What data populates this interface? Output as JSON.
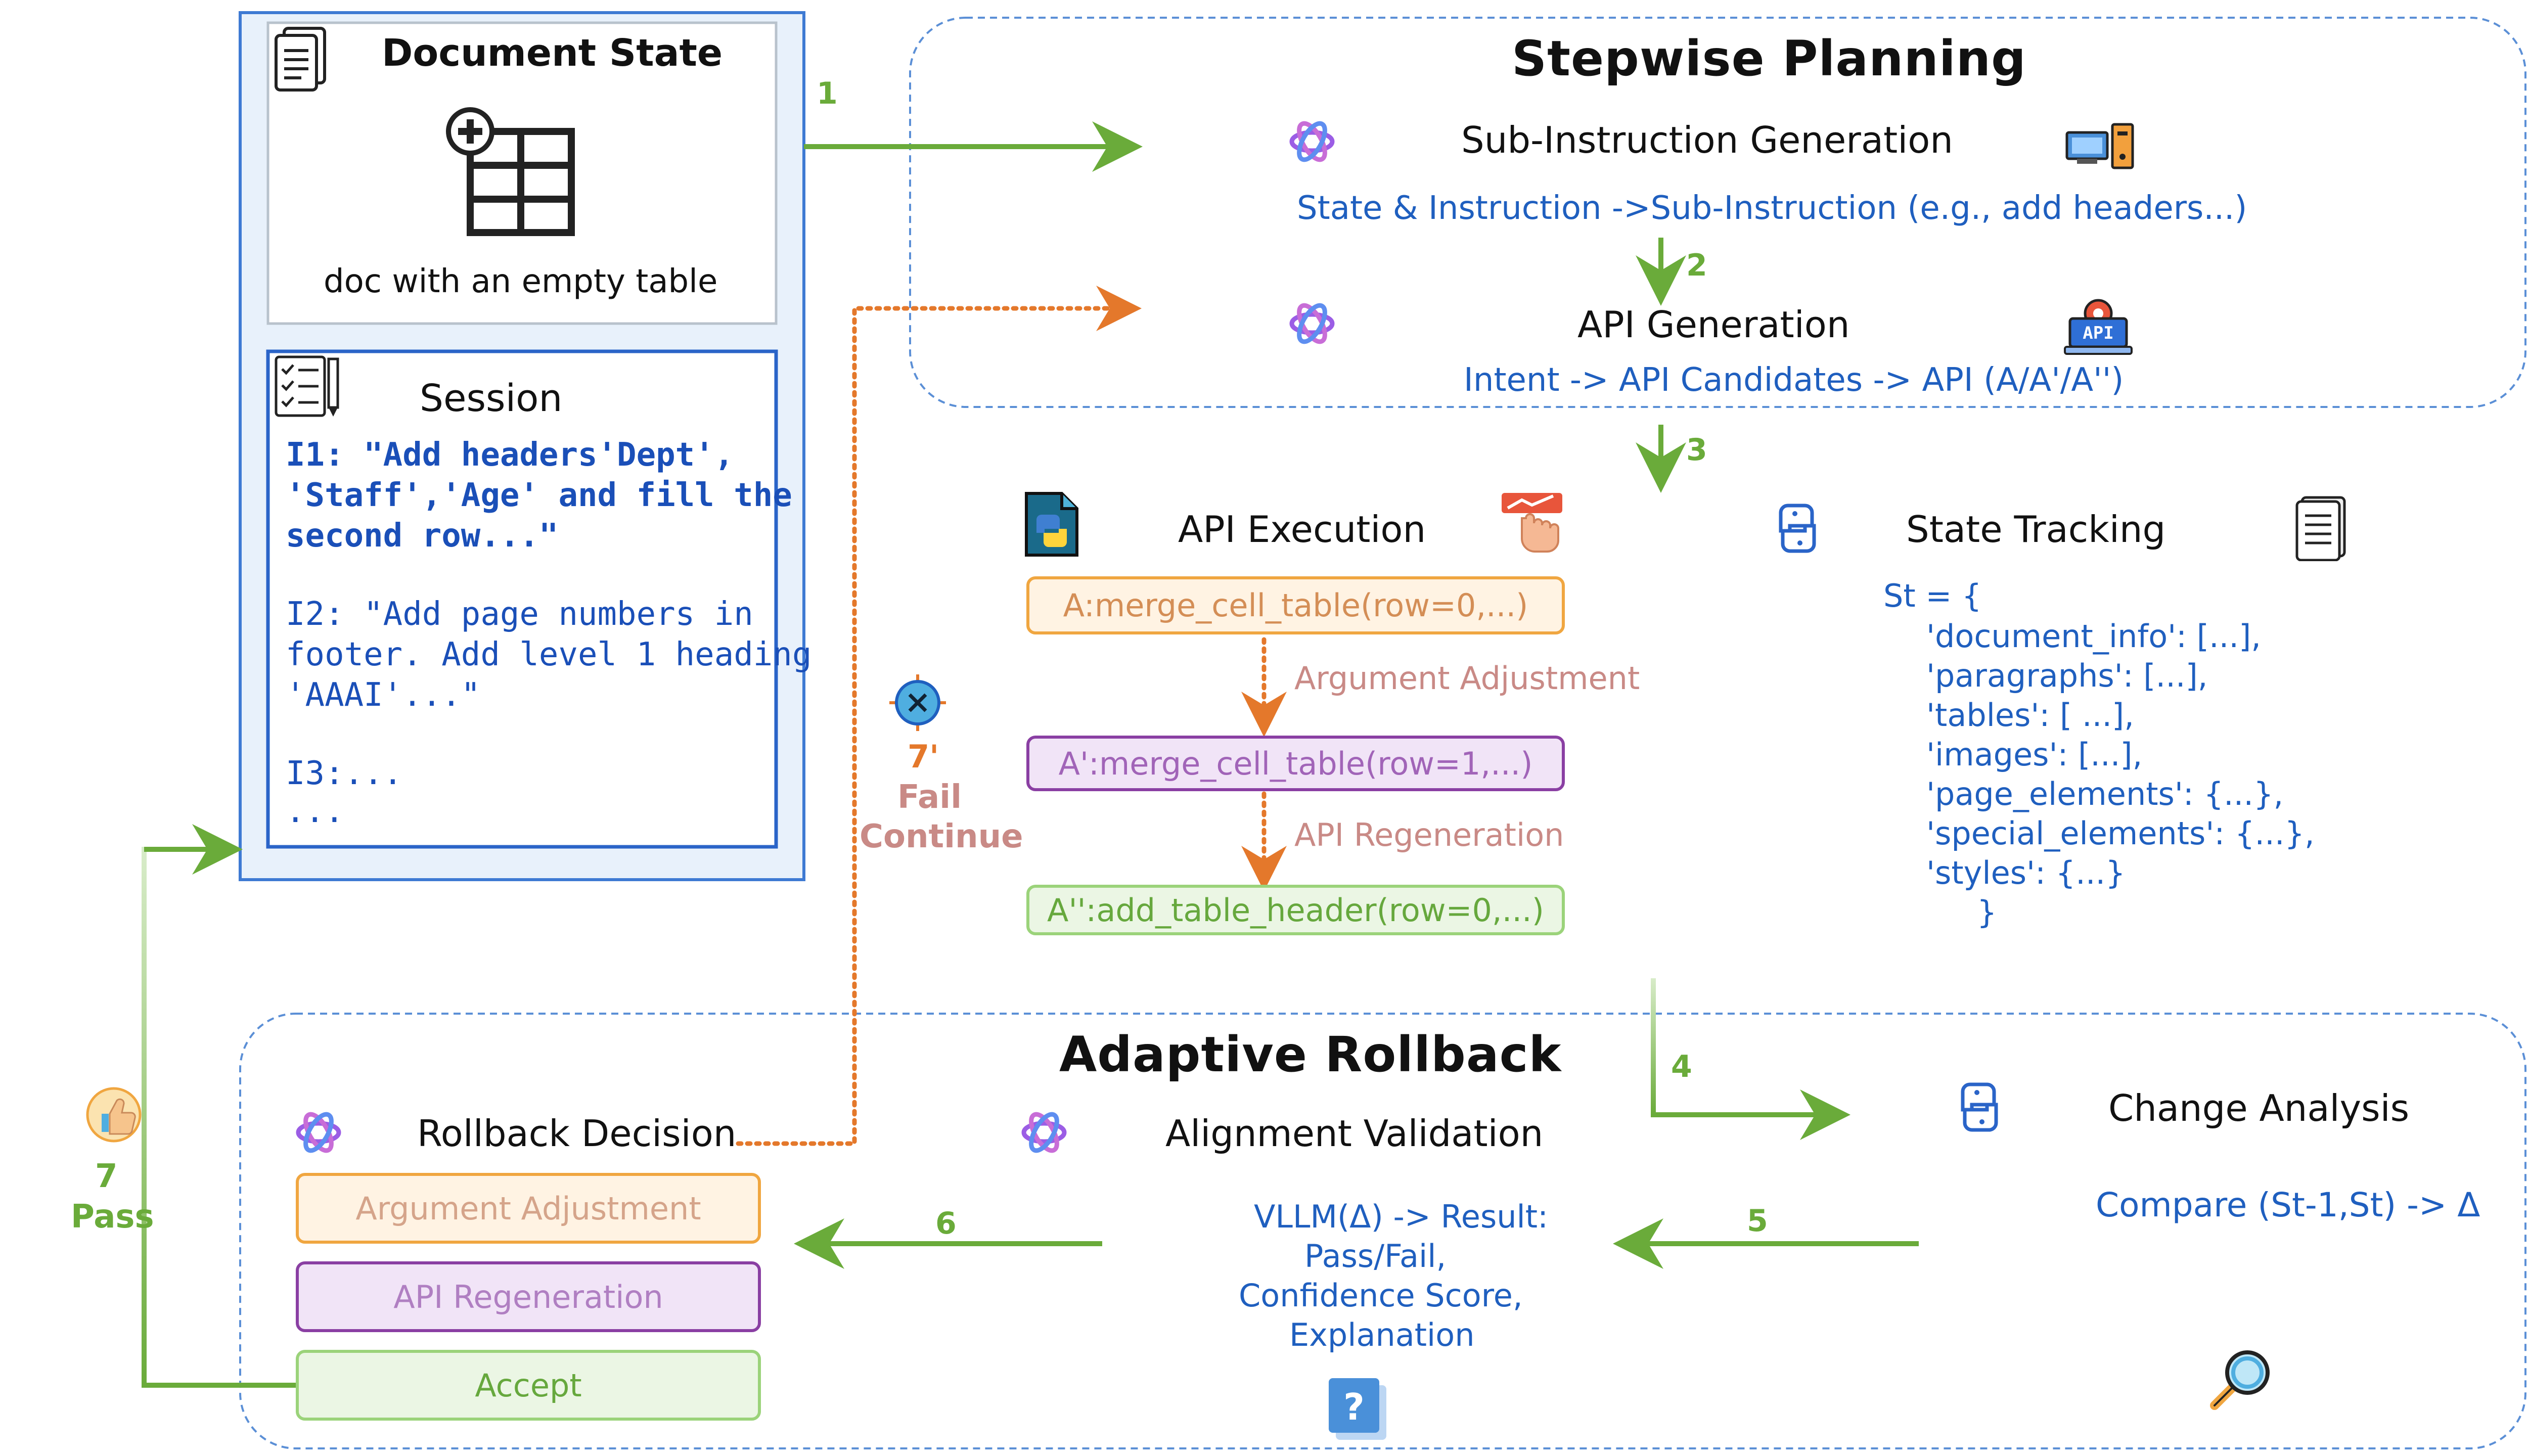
{
  "document_state": {
    "title": "Document State",
    "caption": "doc with an empty table"
  },
  "session": {
    "title": "Session",
    "lines": [
      "I1: \"Add headers'Dept',",
      "'Staff','Age' and fill the",
      "second row...\"",
      "I2: \"Add page numbers in",
      "footer. Add level 1 heading",
      "'AAAI'...\"",
      "I3:...",
      "..."
    ]
  },
  "stepwise": {
    "title": "Stepwise Planning",
    "sub_instruction_title": "Sub-Instruction Generation",
    "sub_instruction_text": "State & Instruction ->Sub-Instruction (e.g., add headers...)",
    "api_generation_title": "API Generation",
    "api_generation_text": "Intent -> API Candidates -> API (A/A'/A'')",
    "api_badge": "API"
  },
  "execution": {
    "title": "API Execution",
    "call_a": "A:merge_cell_table(row=0,...)",
    "adjust_label": "Argument Adjustment",
    "call_a1": "A':merge_cell_table(row=1,...)",
    "regen_label": "API Regeneration",
    "call_a2": "A'':add_table_header(row=0,...)"
  },
  "state_tracking": {
    "title": "State Tracking",
    "st_head": "St = {",
    "entries": [
      "'document_info': [...],",
      "'paragraphs': [...],",
      "'tables': [ ...],",
      "'images': [...],",
      "'page_elements': {...},",
      "'special_elements': {...},",
      "'styles': {...}"
    ],
    "st_close": "}"
  },
  "fail": {
    "step": "7'",
    "line1": "Fail",
    "line2": "Continue"
  },
  "pass": {
    "step": "7",
    "label": "Pass"
  },
  "adaptive": {
    "title": "Adaptive Rollback",
    "rollback_title": "Rollback Decision",
    "option_adjust": "Argument Adjustment",
    "option_regen": "API Regeneration",
    "option_accept": "Accept",
    "alignment_title": "Alignment Validation",
    "alignment_lines": [
      "VLLM(Δ) -> Result:",
      "Pass/Fail,",
      "Confidence Score,",
      "Explanation"
    ],
    "change_title": "Change Analysis",
    "change_text": "Compare (St-1,St) -> Δ",
    "help_icon": "?"
  },
  "steps": {
    "s1": "1",
    "s2": "2",
    "s3": "3",
    "s4": "4",
    "s5": "5",
    "s6": "6"
  },
  "colors": {
    "blue_text": "#1f5fbf",
    "green_arrow": "#6aab3a",
    "orange_dotted": "#e4782b",
    "pink_label": "#c98a86",
    "panel_border": "#5b8fd6"
  }
}
